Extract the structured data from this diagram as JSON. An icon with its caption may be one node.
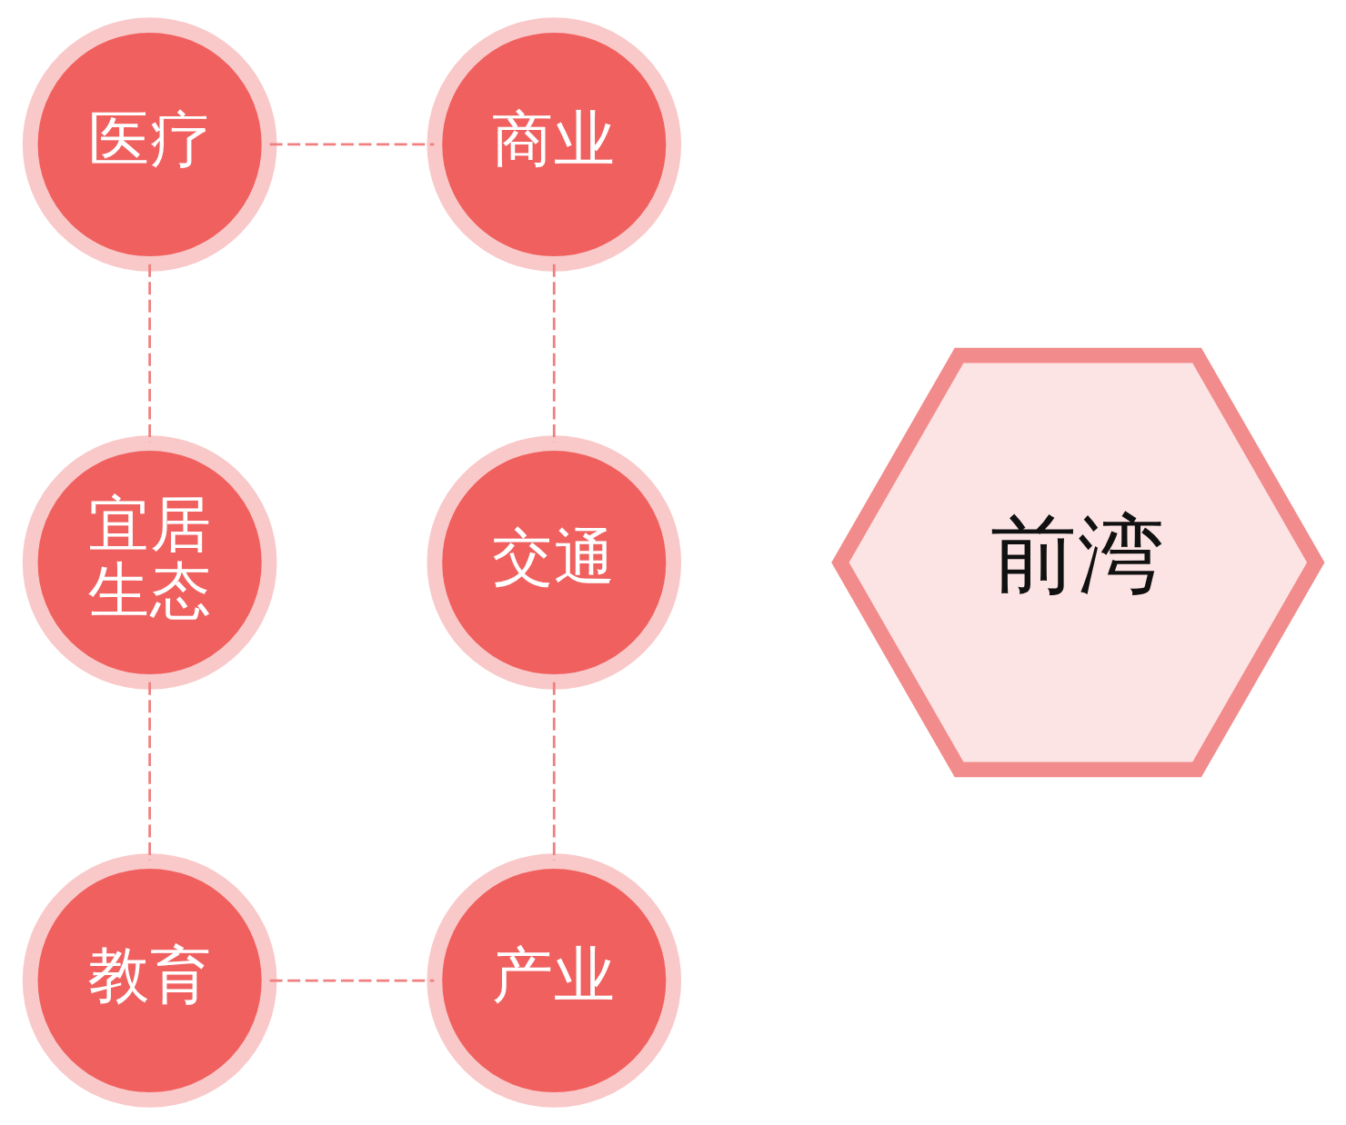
{
  "diagram": {
    "nodes": [
      {
        "text": [
          "前湾"
        ]
      },
      {
        "text": [
          "医疗"
        ]
      },
      {
        "text": [
          "商业"
        ]
      },
      {
        "text": [
          "宜居生态"
        ]
      },
      {
        "text": [
          "交通"
        ]
      },
      {
        "text": [
          "教育"
        ]
      },
      {
        "text": [
          "产业"
        ]
      }
    ],
    "edges": [
      {
        "from": 1,
        "to": 2,
        "arrow": "none",
        "style": "dashed"
      },
      {
        "from": 2,
        "to": 4,
        "arrow": "none",
        "style": "dashed"
      },
      {
        "from": 4,
        "to": 6,
        "arrow": "none",
        "style": "dashed"
      },
      {
        "from": 5,
        "to": 6,
        "arrow": "none",
        "style": "dashed"
      },
      {
        "from": 3,
        "to": 5,
        "arrow": "none",
        "style": "dashed"
      },
      {
        "from": 1,
        "to": 3,
        "arrow": "none",
        "style": "dashed"
      }
    ]
  }
}
